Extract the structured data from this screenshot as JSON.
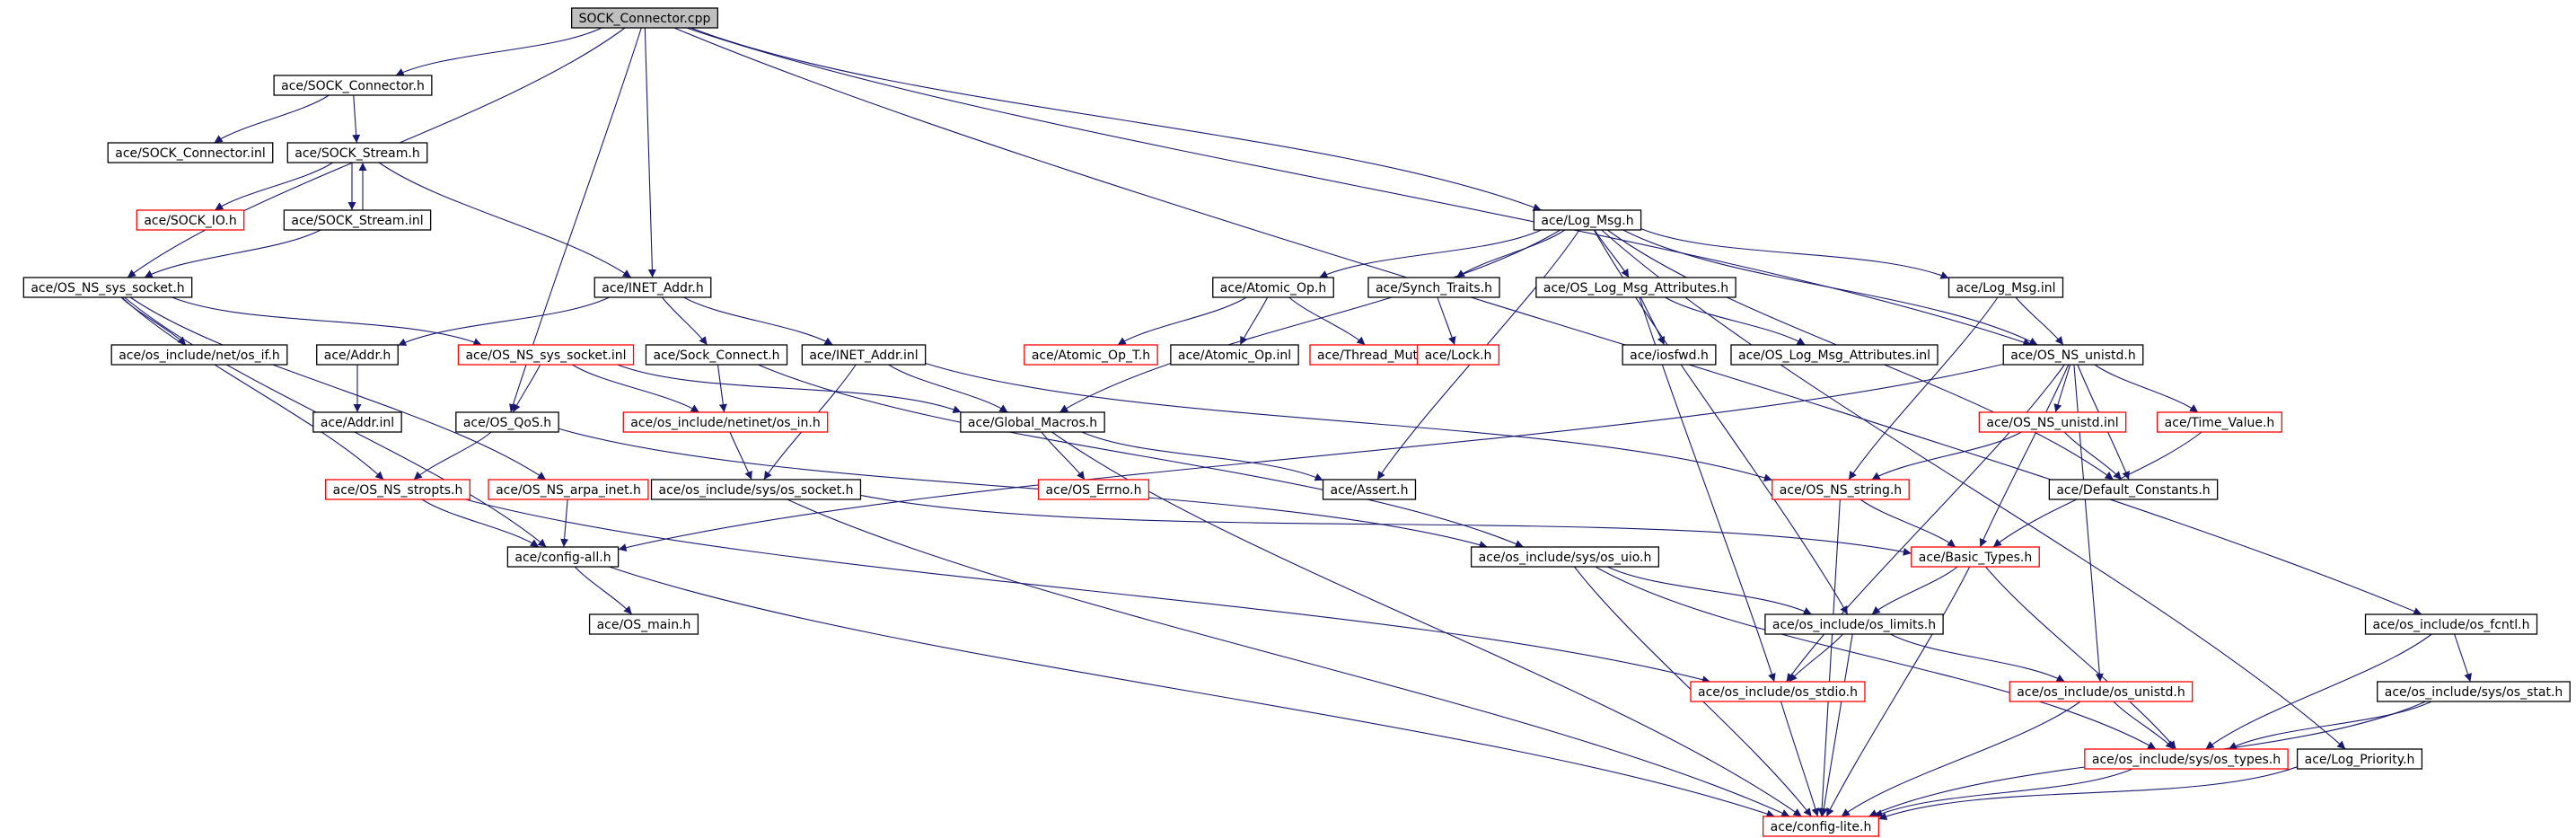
{
  "diagram": {
    "colors": {
      "edge": "#191970",
      "normal_border": "#000000",
      "truncated_border": "#ff0000",
      "root_fill": "#bfbfbf",
      "node_fill": "#ffffff",
      "text": "#000000"
    },
    "nodes": [
      {
        "id": "n0",
        "label": "SOCK_Connector.cpp",
        "style": "root"
      },
      {
        "id": "n1",
        "label": "ace/SOCK_Connector.h",
        "style": "normal"
      },
      {
        "id": "n2",
        "label": "ace/SOCK_Connector.inl",
        "style": "normal"
      },
      {
        "id": "n3",
        "label": "ace/SOCK_Stream.h",
        "style": "normal"
      },
      {
        "id": "n4",
        "label": "ace/SOCK_IO.h",
        "style": "truncated"
      },
      {
        "id": "n5",
        "label": "ace/SOCK_Stream.inl",
        "style": "normal"
      },
      {
        "id": "n6",
        "label": "ace/OS_NS_sys_socket.h",
        "style": "normal"
      },
      {
        "id": "n7",
        "label": "ace/os_include/net/os_if.h",
        "style": "normal"
      },
      {
        "id": "n8",
        "label": "ace/INET_Addr.h",
        "style": "normal"
      },
      {
        "id": "n9",
        "label": "ace/Addr.h",
        "style": "normal"
      },
      {
        "id": "n10",
        "label": "ace/Addr.inl",
        "style": "normal"
      },
      {
        "id": "n11",
        "label": "ace/OS_NS_sys_socket.inl",
        "style": "truncated"
      },
      {
        "id": "n12",
        "label": "ace/Sock_Connect.h",
        "style": "normal"
      },
      {
        "id": "n13",
        "label": "ace/INET_Addr.inl",
        "style": "normal"
      },
      {
        "id": "n14",
        "label": "ace/OS_QoS.h",
        "style": "normal"
      },
      {
        "id": "n15",
        "label": "ace/os_include/netinet/os_in.h",
        "style": "truncated"
      },
      {
        "id": "n16",
        "label": "ace/Global_Macros.h",
        "style": "normal"
      },
      {
        "id": "n17",
        "label": "ace/OS_Errno.h",
        "style": "truncated"
      },
      {
        "id": "n18",
        "label": "ace/OS_NS_stropts.h",
        "style": "truncated"
      },
      {
        "id": "n19",
        "label": "ace/OS_NS_arpa_inet.h",
        "style": "truncated"
      },
      {
        "id": "n20",
        "label": "ace/os_include/sys/os_socket.h",
        "style": "normal"
      },
      {
        "id": "n21",
        "label": "ace/Assert.h",
        "style": "normal"
      },
      {
        "id": "n22",
        "label": "ace/config-all.h",
        "style": "normal"
      },
      {
        "id": "n23",
        "label": "ace/OS_main.h",
        "style": "normal"
      },
      {
        "id": "n24",
        "label": "ace/Log_Msg.h",
        "style": "normal"
      },
      {
        "id": "n25",
        "label": "ace/Atomic_Op.h",
        "style": "normal"
      },
      {
        "id": "n26",
        "label": "ace/Atomic_Op_T.h",
        "style": "truncated"
      },
      {
        "id": "n27",
        "label": "ace/Atomic_Op.inl",
        "style": "normal"
      },
      {
        "id": "n28",
        "label": "ace/Thread_Mutex.h",
        "style": "truncated"
      },
      {
        "id": "n29",
        "label": "ace/Synch_Traits.h",
        "style": "normal"
      },
      {
        "id": "n30",
        "label": "ace/Lock.h",
        "style": "truncated"
      },
      {
        "id": "n31",
        "label": "ace/OS_Log_Msg_Attributes.h",
        "style": "normal"
      },
      {
        "id": "n32",
        "label": "ace/iosfwd.h",
        "style": "normal"
      },
      {
        "id": "n33",
        "label": "ace/OS_Log_Msg_Attributes.inl",
        "style": "normal"
      },
      {
        "id": "n34",
        "label": "ace/Log_Msg.inl",
        "style": "normal"
      },
      {
        "id": "n35",
        "label": "ace/OS_NS_unistd.h",
        "style": "normal"
      },
      {
        "id": "n36",
        "label": "ace/OS_NS_unistd.inl",
        "style": "truncated"
      },
      {
        "id": "n37",
        "label": "ace/Time_Value.h",
        "style": "truncated"
      },
      {
        "id": "n38",
        "label": "ace/Default_Constants.h",
        "style": "normal"
      },
      {
        "id": "n39",
        "label": "ace/OS_NS_string.h",
        "style": "truncated"
      },
      {
        "id": "n40",
        "label": "ace/Basic_Types.h",
        "style": "truncated"
      },
      {
        "id": "n41",
        "label": "ace/os_include/sys/os_uio.h",
        "style": "normal"
      },
      {
        "id": "n42",
        "label": "ace/os_include/os_limits.h",
        "style": "normal"
      },
      {
        "id": "n43",
        "label": "ace/os_include/os_stdio.h",
        "style": "truncated"
      },
      {
        "id": "n44",
        "label": "ace/os_include/os_unistd.h",
        "style": "truncated"
      },
      {
        "id": "n45",
        "label": "ace/os_include/sys/os_types.h",
        "style": "truncated"
      },
      {
        "id": "n46",
        "label": "ace/config-lite.h",
        "style": "truncated"
      },
      {
        "id": "n47",
        "label": "ace/os_include/os_fcntl.h",
        "style": "normal"
      },
      {
        "id": "n48",
        "label": "ace/os_include/sys/os_stat.h",
        "style": "normal"
      },
      {
        "id": "n49",
        "label": "ace/Log_Priority.h",
        "style": "normal"
      }
    ],
    "edges": [
      [
        "n0",
        "n1"
      ],
      [
        "n0",
        "n6"
      ],
      [
        "n0",
        "n14"
      ],
      [
        "n0",
        "n8"
      ],
      [
        "n0",
        "n24"
      ],
      [
        "n0",
        "n35"
      ],
      [
        "n0",
        "n47"
      ],
      [
        "n1",
        "n2"
      ],
      [
        "n1",
        "n3"
      ],
      [
        "n3",
        "n4"
      ],
      [
        "n3",
        "n5"
      ],
      [
        "n5",
        "n3"
      ],
      [
        "n3",
        "n8"
      ],
      [
        "n5",
        "n6"
      ],
      [
        "n6",
        "n7"
      ],
      [
        "n6",
        "n11"
      ],
      [
        "n6",
        "n22"
      ],
      [
        "n6",
        "n18"
      ],
      [
        "n6",
        "n19"
      ],
      [
        "n8",
        "n9"
      ],
      [
        "n8",
        "n12"
      ],
      [
        "n8",
        "n13"
      ],
      [
        "n9",
        "n10"
      ],
      [
        "n11",
        "n14"
      ],
      [
        "n11",
        "n15"
      ],
      [
        "n11",
        "n16"
      ],
      [
        "n12",
        "n15"
      ],
      [
        "n12",
        "n41"
      ],
      [
        "n13",
        "n16"
      ],
      [
        "n13",
        "n20"
      ],
      [
        "n13",
        "n39"
      ],
      [
        "n14",
        "n18"
      ],
      [
        "n14",
        "n41"
      ],
      [
        "n15",
        "n20"
      ],
      [
        "n16",
        "n17"
      ],
      [
        "n16",
        "n21"
      ],
      [
        "n16",
        "n46"
      ],
      [
        "n18",
        "n22"
      ],
      [
        "n18",
        "n43"
      ],
      [
        "n19",
        "n22"
      ],
      [
        "n20",
        "n40"
      ],
      [
        "n20",
        "n46"
      ],
      [
        "n22",
        "n23"
      ],
      [
        "n22",
        "n46"
      ],
      [
        "n24",
        "n25"
      ],
      [
        "n24",
        "n29"
      ],
      [
        "n24",
        "n31"
      ],
      [
        "n24",
        "n34"
      ],
      [
        "n24",
        "n16"
      ],
      [
        "n24",
        "n21"
      ],
      [
        "n24",
        "n42"
      ],
      [
        "n24",
        "n35"
      ],
      [
        "n24",
        "n38"
      ],
      [
        "n24",
        "n49"
      ],
      [
        "n25",
        "n26"
      ],
      [
        "n25",
        "n27"
      ],
      [
        "n25",
        "n28"
      ],
      [
        "n29",
        "n30"
      ],
      [
        "n31",
        "n32"
      ],
      [
        "n31",
        "n33"
      ],
      [
        "n31",
        "n43"
      ],
      [
        "n34",
        "n35"
      ],
      [
        "n34",
        "n39"
      ],
      [
        "n35",
        "n36"
      ],
      [
        "n35",
        "n37"
      ],
      [
        "n35",
        "n38"
      ],
      [
        "n35",
        "n40"
      ],
      [
        "n35",
        "n22"
      ],
      [
        "n35",
        "n43"
      ],
      [
        "n35",
        "n44"
      ],
      [
        "n36",
        "n38"
      ],
      [
        "n36",
        "n39"
      ],
      [
        "n37",
        "n40"
      ],
      [
        "n39",
        "n40"
      ],
      [
        "n39",
        "n46"
      ],
      [
        "n40",
        "n42"
      ],
      [
        "n40",
        "n45"
      ],
      [
        "n40",
        "n46"
      ],
      [
        "n41",
        "n42"
      ],
      [
        "n41",
        "n45"
      ],
      [
        "n41",
        "n46"
      ],
      [
        "n42",
        "n43"
      ],
      [
        "n42",
        "n44"
      ],
      [
        "n42",
        "n46"
      ],
      [
        "n43",
        "n46"
      ],
      [
        "n44",
        "n45"
      ],
      [
        "n44",
        "n46"
      ],
      [
        "n45",
        "n46"
      ],
      [
        "n47",
        "n48"
      ],
      [
        "n47",
        "n45"
      ],
      [
        "n48",
        "n45"
      ],
      [
        "n48",
        "n46"
      ],
      [
        "n49",
        "n46"
      ]
    ]
  }
}
